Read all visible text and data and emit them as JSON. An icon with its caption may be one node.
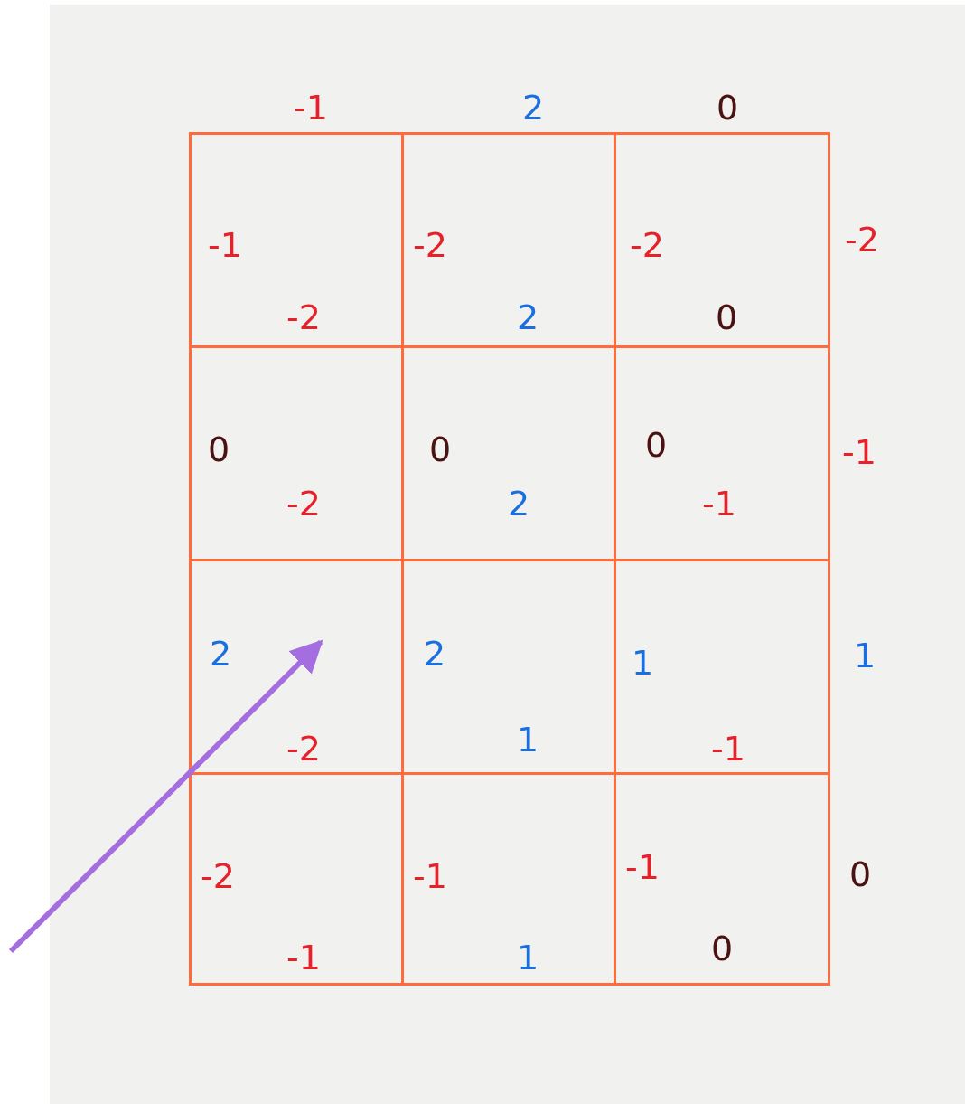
{
  "diagram": {
    "nodes": [
      {
        "text": [
          "-1",
          "-2"
        ]
      },
      {
        "text": [
          "-2",
          "2"
        ]
      },
      {
        "text": [
          "-2",
          "0"
        ]
      },
      {
        "text": [
          "0",
          "-2"
        ]
      },
      {
        "text": [
          "0",
          "2"
        ]
      },
      {
        "text": [
          "0",
          "-1"
        ]
      },
      {
        "text": [
          "2",
          "-2"
        ]
      },
      {
        "text": [
          "2",
          "1"
        ]
      },
      {
        "text": [
          "1",
          "-1"
        ]
      },
      {
        "text": [
          "-2",
          "-1"
        ]
      },
      {
        "text": [
          "-1",
          "1"
        ]
      },
      {
        "text": [
          "-1",
          "0"
        ]
      }
    ],
    "edges": [
      {
        "from": null,
        "to": 6,
        "arrow": "to"
      }
    ],
    "labels": [
      "-1",
      "2",
      "0",
      "-2",
      "-1",
      "1",
      "0"
    ]
  }
}
